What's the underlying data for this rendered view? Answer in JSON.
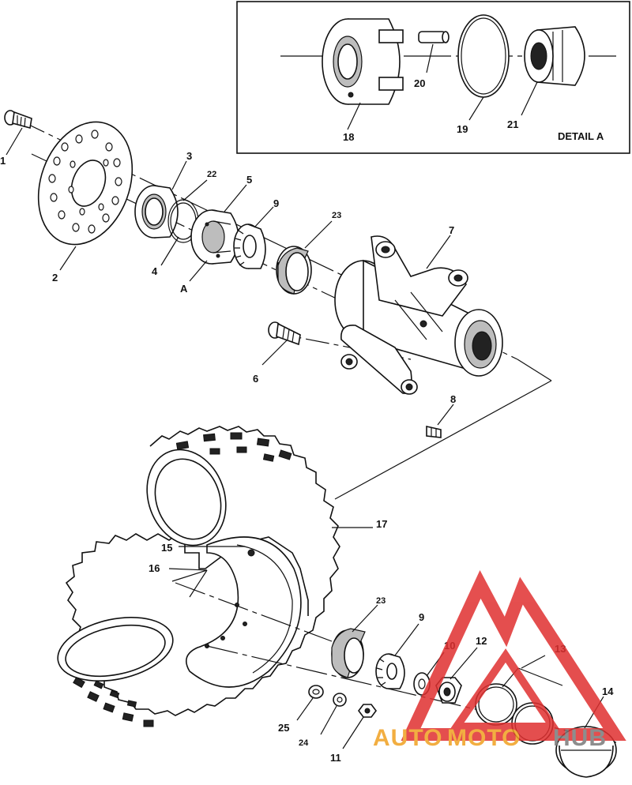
{
  "detail": {
    "title": "DETAIL A"
  },
  "labels": {
    "p1": "1",
    "p2": "2",
    "p3": "3",
    "p4": "4",
    "p5": "5",
    "p6": "6",
    "p7": "7",
    "p8": "8",
    "p9": "9",
    "p9b": "9",
    "p10": "10",
    "p11": "11",
    "p12": "12",
    "p13": "13",
    "p14": "14",
    "p15": "15",
    "p16": "16",
    "p17": "17",
    "p18": "18",
    "p19": "19",
    "p20": "20",
    "p21": "21",
    "p22": "22",
    "p23": "23",
    "p23b": "23",
    "p24": "24",
    "p25": "25",
    "pA": "A"
  },
  "watermark": {
    "auto": "AUTO",
    "moto": "MOTO",
    "hub": "HUB",
    "red": "#e03030",
    "orange": "#f0a020",
    "grey": "#7a7a7a"
  }
}
